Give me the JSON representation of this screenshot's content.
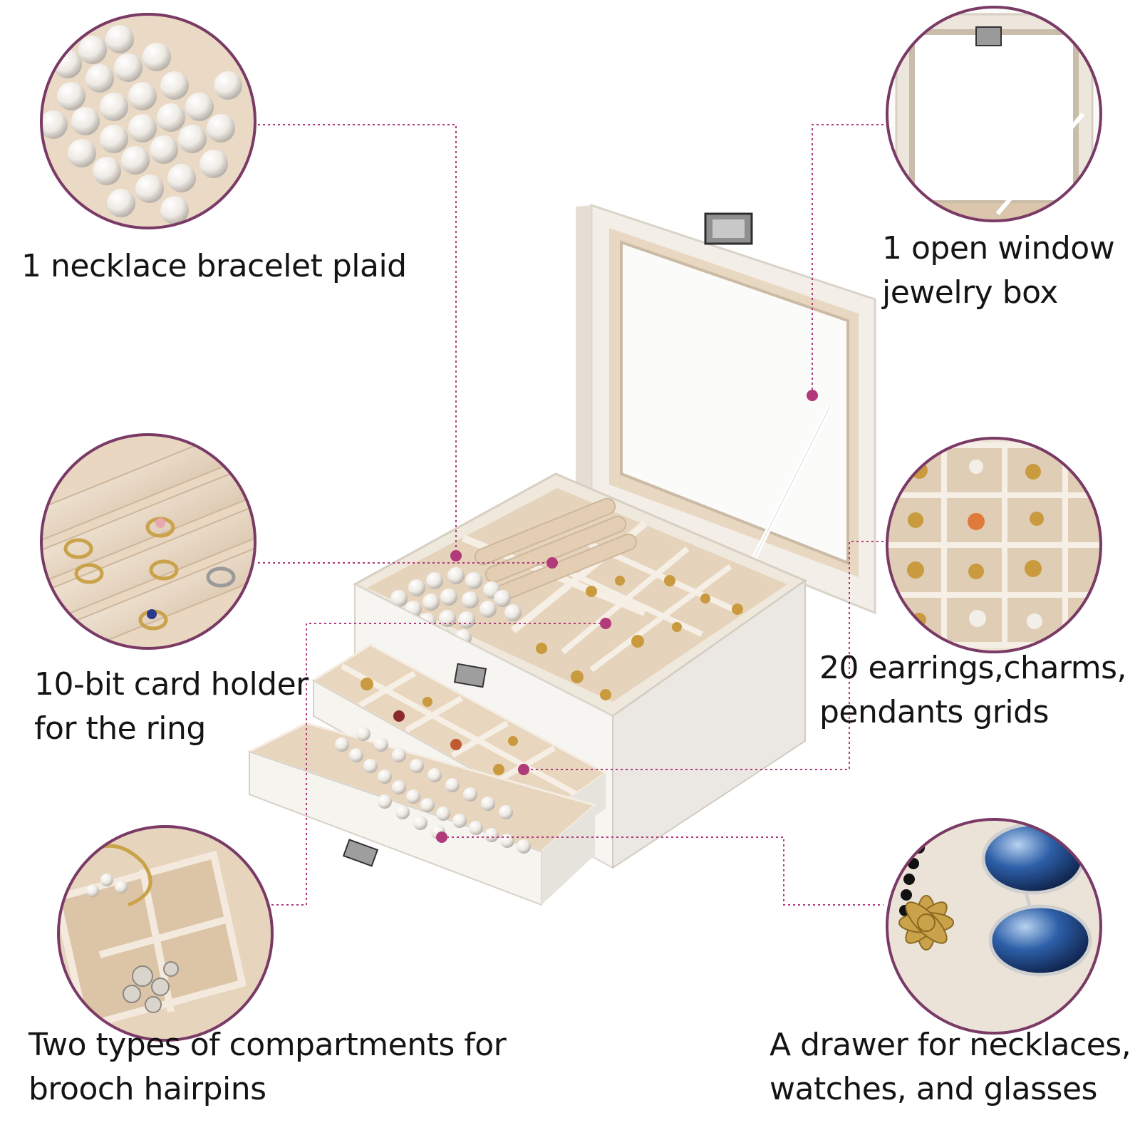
{
  "colors": {
    "accent": "#b03a7a",
    "ring": "#7a3a66",
    "velvet": "#e8d7c2",
    "box_white": "#f8f6f2"
  },
  "callouts": [
    {
      "id": "necklace-bracelet-plaid",
      "lines": [
        "1 necklace bracelet plaid"
      ]
    },
    {
      "id": "open-window",
      "lines": [
        "1 open window",
        "jewelry box"
      ]
    },
    {
      "id": "ring-card-holder",
      "lines": [
        "10-bit card holder",
        "for the ring"
      ]
    },
    {
      "id": "earring-grids",
      "lines": [
        "20 earrings,charms,",
        "pendants grids"
      ]
    },
    {
      "id": "brooch-compartments",
      "lines": [
        "Two types of compartments for",
        "brooch hairpins"
      ]
    },
    {
      "id": "necklace-drawer",
      "lines": [
        "A drawer for necklaces,",
        "watches, and glasses"
      ]
    }
  ],
  "icons": [
    "pearl-icon",
    "ring-icon",
    "sunglasses-icon",
    "clasp-icon"
  ]
}
